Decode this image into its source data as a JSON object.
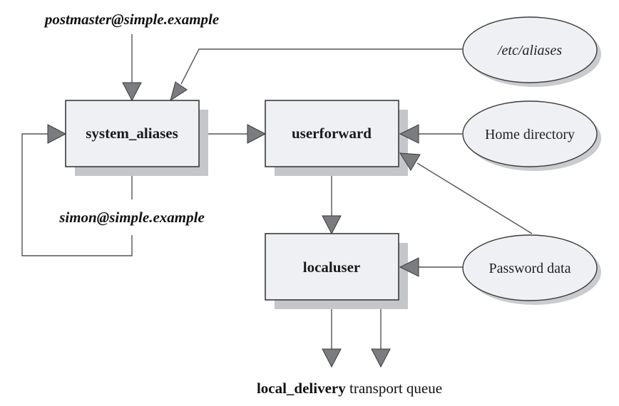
{
  "diagram": {
    "nodes": {
      "system_aliases": {
        "label": "system_aliases",
        "kind": "router"
      },
      "userforward": {
        "label": "userforward",
        "kind": "router"
      },
      "localuser": {
        "label": "localuser",
        "kind": "router"
      },
      "etc_aliases": {
        "label": "/etc/aliases",
        "kind": "data-source"
      },
      "home_directory": {
        "label": "Home directory",
        "kind": "data-source"
      },
      "password_data": {
        "label": "Password data",
        "kind": "data-source"
      }
    },
    "addresses": {
      "postmaster": "postmaster@simple.example",
      "simon": "simon@simple.example"
    },
    "caption": {
      "bold": "local_delivery",
      "rest": " transport queue"
    },
    "edges": [
      {
        "from": "postmaster@simple.example",
        "to": "system_aliases"
      },
      {
        "from": "/etc/aliases",
        "to": "system_aliases"
      },
      {
        "from": "system_aliases",
        "to": "simon@simple.example"
      },
      {
        "from": "simon@simple.example",
        "to": "system_aliases"
      },
      {
        "from": "system_aliases",
        "to": "userforward"
      },
      {
        "from": "Home directory",
        "to": "userforward"
      },
      {
        "from": "Password data",
        "to": "userforward"
      },
      {
        "from": "userforward",
        "to": "localuser"
      },
      {
        "from": "Password data",
        "to": "localuser"
      },
      {
        "from": "localuser",
        "to": "local_delivery transport queue"
      }
    ]
  }
}
